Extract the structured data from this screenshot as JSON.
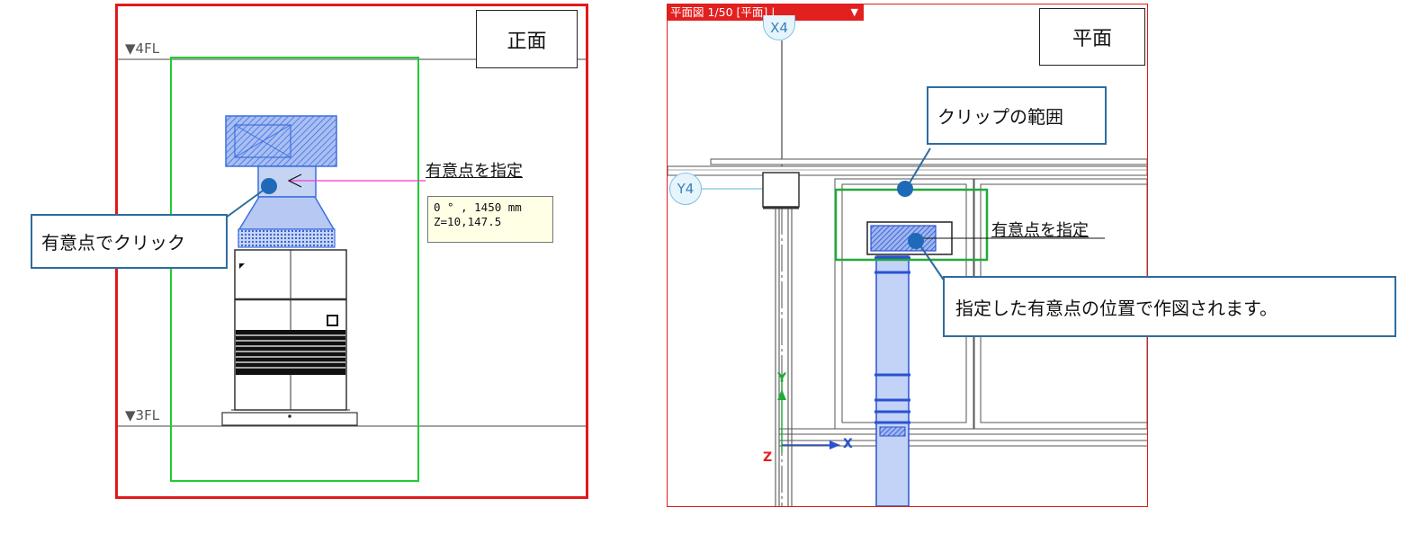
{
  "front_view": {
    "view_label": "正面",
    "level_upper": "▼4FL",
    "level_lower": "▼3FL",
    "snap_label": "有意点を指定",
    "tooltip_line1": "0 ° , 1450 mm",
    "tooltip_line2": "Z=10,147.5",
    "callout_click": "有意点でクリック"
  },
  "plan_view": {
    "title": "平面図 1/50 [平面] |",
    "title_dropdown": "▼",
    "view_label": "平面",
    "callout_clip": "クリップの範囲",
    "snap_label": "有意点を指定",
    "callout_result": "指定した有意点の位置で作図されます。",
    "grid_y": "Y4",
    "grid_x": "X4",
    "axis_y": "Y",
    "axis_x": "X",
    "axis_z": "Z"
  },
  "colors": {
    "panel_border": "#e01a1a",
    "clip_green": "#22aa3a",
    "equipment_blue": "#3d6fe0",
    "callout_border": "#2e6c9e",
    "pointer_magenta": "#ff33cc"
  }
}
